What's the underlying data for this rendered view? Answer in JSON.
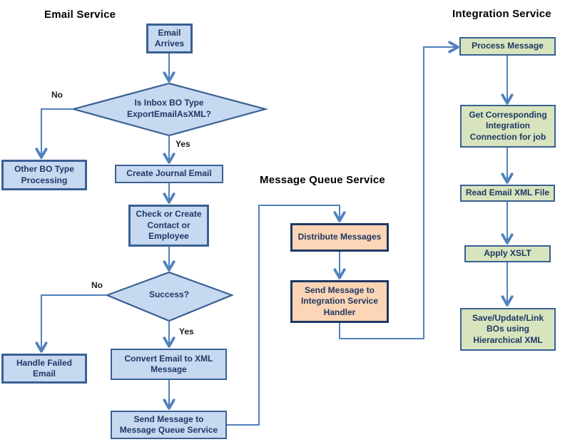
{
  "diagram": {
    "sections": {
      "email": {
        "title": "Email Service"
      },
      "queue": {
        "title": "Message Queue Service"
      },
      "integration": {
        "title": "Integration Service"
      }
    },
    "nodes": {
      "email_arrives": {
        "label": "Email Arrives",
        "type": "process",
        "color": "#C6D9F1"
      },
      "is_inbox_bo": {
        "label": "Is Inbox BO Type ExportEmailAsXML?",
        "type": "decision",
        "color": "#C6D9F1"
      },
      "other_bo": {
        "label": "Other BO Type Processing",
        "type": "process",
        "color": "#C6D9F1"
      },
      "create_journal": {
        "label": "Create Journal Email",
        "type": "process",
        "color": "#C6D9F1"
      },
      "check_create": {
        "label": "Check or Create Contact or Employee",
        "type": "process",
        "color": "#C6D9F1"
      },
      "success": {
        "label": "Success?",
        "type": "decision",
        "color": "#C6D9F1"
      },
      "handle_failed": {
        "label": "Handle Failed Email",
        "type": "process",
        "color": "#C6D9F1"
      },
      "convert_email": {
        "label": "Convert Email to XML Message",
        "type": "process",
        "color": "#C6D9F1"
      },
      "send_mq": {
        "label": "Send Message to Message Queue Service",
        "type": "process",
        "color": "#C6D9F1"
      },
      "distribute": {
        "label": "Distribute Messages",
        "type": "process",
        "color": "#FBD5B5"
      },
      "send_handler": {
        "label": "Send Message to Integration Service Handler",
        "type": "process",
        "color": "#FBD5B5"
      },
      "process_msg": {
        "label": "Process Message",
        "type": "process",
        "color": "#D7E4BD"
      },
      "get_conn": {
        "label": "Get Corresponding Integration Connection for job",
        "type": "process",
        "color": "#D7E4BD"
      },
      "read_xml": {
        "label": "Read Email XML File",
        "type": "process",
        "color": "#D7E4BD"
      },
      "apply_xslt": {
        "label": "Apply XSLT",
        "type": "process",
        "color": "#D7E4BD"
      },
      "save_update": {
        "label": "Save/Update/Link BOs using Hierarchical XML",
        "type": "process",
        "color": "#D7E4BD"
      }
    },
    "edge_labels": {
      "no1": "No",
      "yes1": "Yes",
      "no2": "No",
      "yes2": "Yes"
    },
    "colors": {
      "connector": "#4F81BD",
      "blue_fill": "#C6D9F1",
      "blue_border": "#3A6094",
      "orange_fill": "#FBD5B5",
      "orange_border": "#1F3864",
      "green_fill": "#D7E4BD",
      "green_border": "#3A6094",
      "node_text": "#1F3864"
    }
  }
}
